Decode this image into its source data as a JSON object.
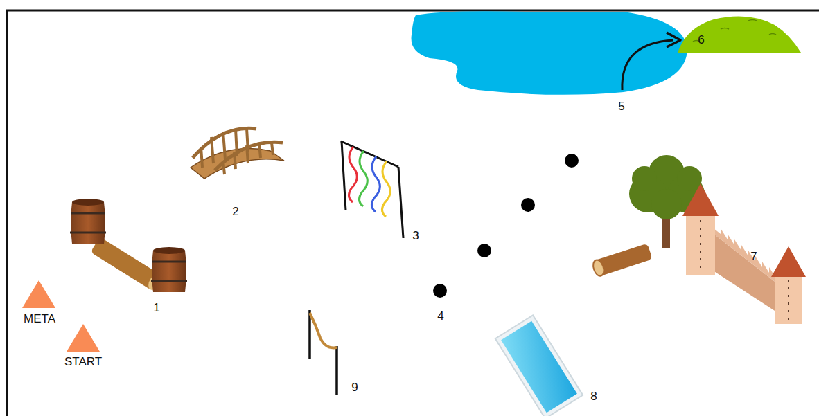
{
  "diagram": {
    "labels": [
      "6",
      "5",
      "2",
      "3",
      "1",
      "4",
      "7",
      "META",
      "START",
      "9",
      "8"
    ]
  }
}
